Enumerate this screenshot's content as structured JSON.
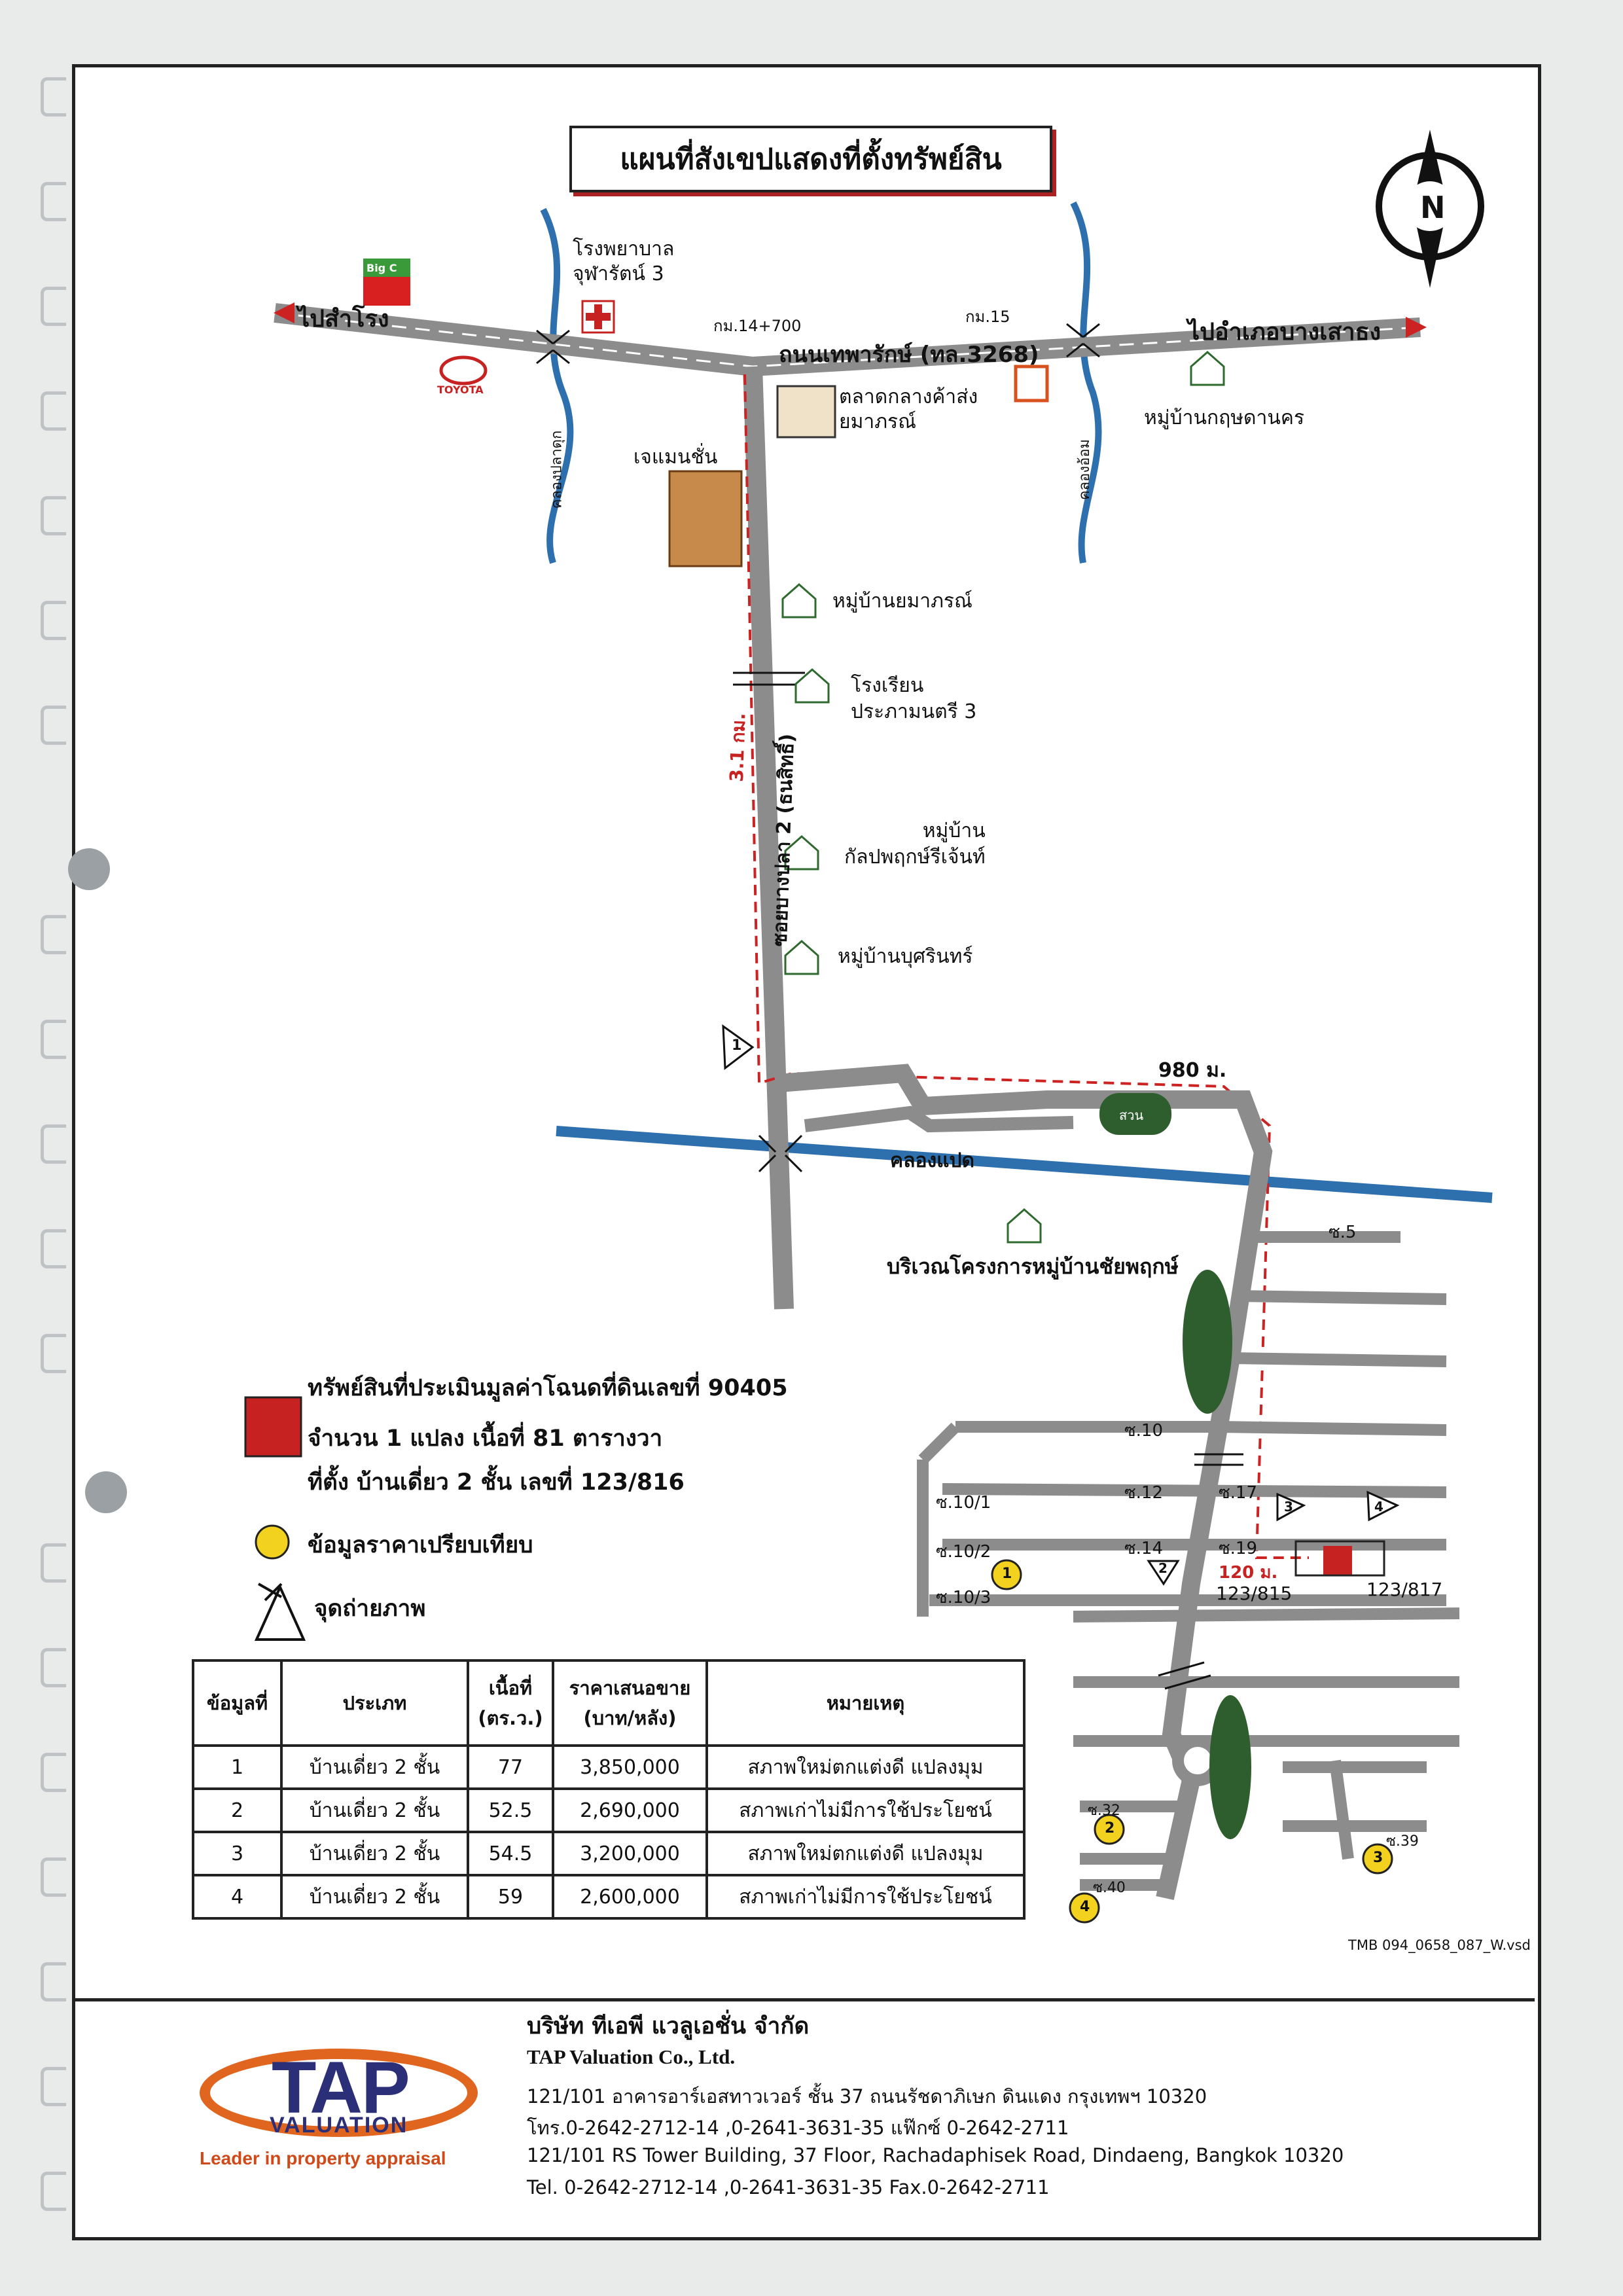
{
  "map_title": "แผนที่สังเขปแสดงที่ตั้งทรัพย์สิน",
  "labels": {
    "to_samrong": "ไปสำโรง",
    "to_bang_sao_thong": "ไปอำเภอบางเสาธง",
    "main_road": "ถนนเทพารักษ์ (ทล.3268)",
    "km_14_700": "กม.14+700",
    "km_15": "กม.15",
    "hospital": "โรงพยาบาล\nจุฬารัตน์ 3",
    "toyota": "TOYOTA",
    "bigc": "Big C",
    "market": "ตลาดกลางค้าส่ง\nยมาภรณ์",
    "jmansion": "เจแมนชั่น",
    "kritsadanakorn": "หมู่บ้านกฤษดานคร",
    "canal_left": "คลองปลาดุก",
    "canal_right": "คลองอ้อม",
    "yamaporn": "หมู่บ้านยมาภรณ์",
    "school": "โรงเรียน\nประภามนตรี 3",
    "kanlapaphruek": "หมู่บ้าน\nกัลปพฤกษ์รีเจ้นท์",
    "busarin": "หมู่บ้านบุศรินทร์",
    "soi_road": "ซอยบางปลา 2 (ธนสิทธิ์)",
    "dist_31km": "3.1 กม.",
    "dist_980m": "980 ม.",
    "dist_120m": "120 ม.",
    "park": "สวน",
    "canal_paet": "คลองแปด",
    "chaiyaphruek": "บริเวณโครงการหมู่บ้านชัยพฤกษ์",
    "soi_5": "ซ.5",
    "soi_10": "ซ.10",
    "soi_10_1": "ซ.10/1",
    "soi_10_2": "ซ.10/2",
    "soi_10_3": "ซ.10/3",
    "soi_12": "ซ.12",
    "soi_14": "ซ.14",
    "soi_17": "ซ.17",
    "soi_19": "ซ.19",
    "soi_32": "ซ.32",
    "soi_39": "ซ.39",
    "soi_40": "ซ.40",
    "house_815": "123/815",
    "house_817": "123/817",
    "north": "N",
    "file_ref": "TMB 094_0658_087_W.vsd"
  },
  "legend": {
    "subject_line1": "ทรัพย์สินที่ประเมินมูลค่าโฉนดที่ดินเลขที่ 90405",
    "subject_line2": "จำนวน 1 แปลง เนื้อที่  81 ตารางวา",
    "subject_line3": "ที่ตั้ง บ้านเดี่ยว 2 ชั้น เลขที่ 123/816",
    "comparable": "ข้อมูลราคาเปรียบเทียบ",
    "photo_point": "จุดถ่ายภาพ"
  },
  "table": {
    "headers": [
      "ข้อมูลที่",
      "ประเภท",
      "เนื้อที่\n(ตร.ว.)",
      "ราคาเสนอขาย\n(บาท/หลัง)",
      "หมายเหตุ"
    ],
    "rows": [
      [
        "1",
        "บ้านเดี่ยว 2 ชั้น",
        "77",
        "3,850,000",
        "สภาพใหม่ตกแต่งดี แปลงมุม"
      ],
      [
        "2",
        "บ้านเดี่ยว 2 ชั้น",
        "52.5",
        "2,690,000",
        "สภาพเก่าไม่มีการใช้ประโยชน์"
      ],
      [
        "3",
        "บ้านเดี่ยว 2 ชั้น",
        "54.5",
        "3,200,000",
        "สภาพใหม่ตกแต่งดี แปลงมุม"
      ],
      [
        "4",
        "บ้านเดี่ยว 2 ชั้น",
        "59",
        "2,600,000",
        "สภาพเก่าไม่มีการใช้ประโยชน์"
      ]
    ]
  },
  "markers": {
    "comparables": [
      "1",
      "2",
      "3",
      "4"
    ],
    "photo_points": [
      "1",
      "2",
      "3",
      "4"
    ]
  },
  "company": {
    "name_th": "บริษัท ทีเอพี แวลูเอชั่น จำกัด",
    "name_en": "TAP Valuation Co., Ltd.",
    "address_th": "121/101 อาคารอาร์เอสทาวเวอร์ ชั้น 37 ถนนรัชดาภิเษก ดินแดง กรุงเทพฯ 10320",
    "phone_th": "โทร.0-2642-2712-14 ,0-2641-3631-35 แฟ๊กซ์ 0-2642-2711",
    "address_en": "121/101 RS Tower Building, 37  Floor, Rachadaphisek Road, Dindaeng, Bangkok 10320",
    "phone_en": "Tel. 0-2642-2712-14 ,0-2641-3631-35 Fax.0-2642-2711",
    "logo_main": "TAP",
    "logo_sub": "VALUATION",
    "logo_tag": "Leader in property appraisal"
  },
  "colors": {
    "road": "#8c8c8c",
    "canal": "#2e6fad",
    "route": "#cc2222",
    "park": "#2e5e2e",
    "subject": "#c62222",
    "comparable": "#f2d21f",
    "logo_orange": "#e0651f",
    "logo_navy": "#2b2f78"
  }
}
